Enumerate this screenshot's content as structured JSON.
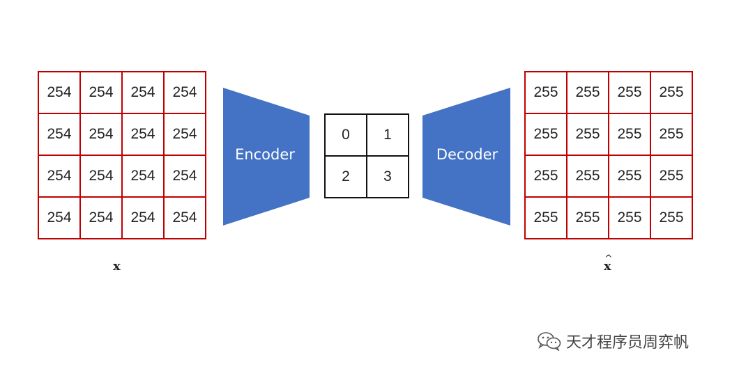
{
  "input_grid": {
    "label": "x",
    "rows": [
      [
        "254",
        "254",
        "254",
        "254"
      ],
      [
        "254",
        "254",
        "254",
        "254"
      ],
      [
        "254",
        "254",
        "254",
        "254"
      ],
      [
        "254",
        "254",
        "254",
        "254"
      ]
    ]
  },
  "encoder": {
    "label": "Encoder",
    "color": "#4472c4"
  },
  "latent_grid": {
    "rows": [
      [
        "0",
        "1"
      ],
      [
        "2",
        "3"
      ]
    ]
  },
  "decoder": {
    "label": "Decoder",
    "color": "#4472c4"
  },
  "output_grid": {
    "label": "x",
    "rows": [
      [
        "255",
        "255",
        "255",
        "255"
      ],
      [
        "255",
        "255",
        "255",
        "255"
      ],
      [
        "255",
        "255",
        "255",
        "255"
      ],
      [
        "255",
        "255",
        "255",
        "255"
      ]
    ]
  },
  "watermark": {
    "text": "天才程序员周弈帆",
    "icon": "wechat-icon"
  }
}
